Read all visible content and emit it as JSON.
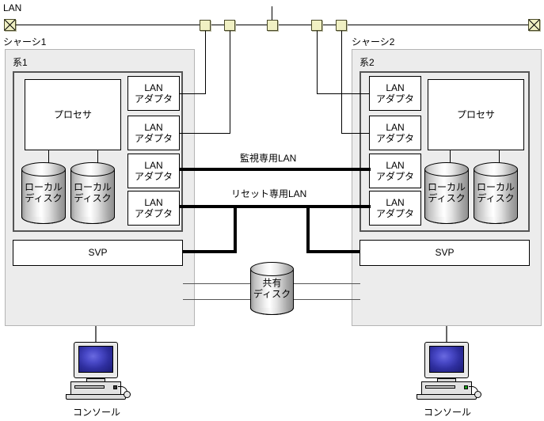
{
  "diagram": {
    "lan_label": "LAN",
    "chassis": [
      {
        "title": "シャーシ1",
        "system_title": "系1",
        "svp_label": "SVP",
        "processor_label": "プロセサ",
        "local_disks": [
          "ローカル\nディスク",
          "ローカル\nディスク"
        ],
        "adapters": [
          "LAN\nアダプタ",
          "LAN\nアダプタ",
          "LAN\nアダプタ",
          "LAN\nアダプタ"
        ],
        "console_label": "コンソール"
      },
      {
        "title": "シャーシ2",
        "system_title": "系2",
        "svp_label": "SVP",
        "processor_label": "プロセサ",
        "local_disks": [
          "ローカル\nディスク",
          "ローカル\nディスク"
        ],
        "adapters": [
          "LAN\nアダプタ",
          "LAN\nアダプタ",
          "LAN\nアダプタ",
          "LAN\nアダプタ"
        ],
        "console_label": "コンソール"
      }
    ],
    "networks": {
      "monitor_lan": "監視専用LAN",
      "reset_lan": "リセット専用LAN"
    },
    "shared_disk": "共有\nディスク",
    "icons": {
      "terminator": "lan-terminator-icon",
      "tap": "lan-tap-icon",
      "console": "console-computer-icon",
      "disk": "disk-cylinder-icon"
    },
    "colors": {
      "chassis_fill": "#ececec",
      "box_fill": "#ffffff",
      "tap_fill": "#f0f0c3",
      "screen_blue": "#3a3ab4",
      "line": "#000000"
    }
  }
}
